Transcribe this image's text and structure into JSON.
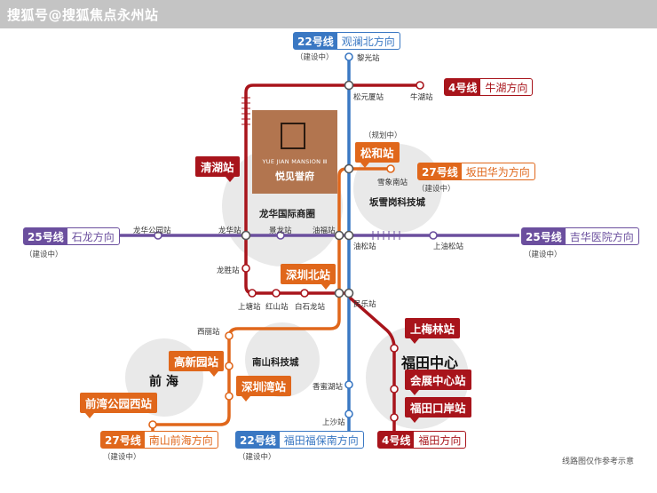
{
  "header": {
    "watermark": "搜狐号@搜狐焦点永州站"
  },
  "colors": {
    "line22": "#3a78c3",
    "line4": "#a8141b",
    "line27": "#e0671b",
    "line25": "#6b4f9e",
    "circle": "#e9e9e9"
  },
  "project": {
    "brand_en": "YUE JIAN MANSION Ⅲ",
    "brand_cn": "悦见誉府",
    "logo_icon": "yue-logo-icon"
  },
  "lines": {
    "line22_north": {
      "num": "22号线",
      "dir": "观澜北方向",
      "note": "（建设中）"
    },
    "line22_south": {
      "num": "22号线",
      "dir": "福田福保南方向",
      "note": "（建设中）"
    },
    "line4_north": {
      "num": "4号线",
      "dir": "牛湖方向"
    },
    "line4_south": {
      "num": "4号线",
      "dir": "福田方向"
    },
    "line27_north": {
      "num": "27号线",
      "dir": "坂田华为方向",
      "note": "（建设中）"
    },
    "line27_south": {
      "num": "27号线",
      "dir": "南山前海方向",
      "note": "（建设中）"
    },
    "line25_west": {
      "num": "25号线",
      "dir": "石龙方向",
      "note": "（建设中）"
    },
    "line25_east": {
      "num": "25号线",
      "dir": "吉华医院方向",
      "note": "（建设中）"
    }
  },
  "tags": {
    "qinghu": "清湖站",
    "songhe": "松和站",
    "songhe_note": "（规划中）",
    "shenzhenbei": "深圳北站",
    "gaoxinyuan": "高新园站",
    "shenzhenwan": "深圳湾站",
    "qianwan": "前湾公园西站",
    "shangmeilin": "上梅林站",
    "huizhan": "会展中心站",
    "futiankouan": "福田口岸站"
  },
  "stations": {
    "liguang": "黎光站",
    "songyuansha": "松元厦站",
    "niuhu": "牛湖站",
    "xuexiangnan": "雪象南站",
    "longhuagongyuan": "龙华公园站",
    "longhua": "龙华站",
    "jinglong": "景龙站",
    "youfu": "油福站",
    "yousong": "油松站",
    "shangyousong": "上油松站",
    "longsheng": "龙胜站",
    "shangtang": "上塘站",
    "hongshan": "红山站",
    "baishilong": "白石龙站",
    "minle": "民乐站",
    "xili": "西丽站",
    "xiangmihu": "香蜜湖站",
    "shangsha": "上沙站"
  },
  "districts": {
    "longhua_cbd": "龙华国际商圈",
    "bantian": "坂雪岗科技城",
    "nanshan": "南山科技城",
    "qianhai": "前 海",
    "futian": "福田中心"
  },
  "footer": {
    "disclaimer": "线路图仅作参考示意"
  }
}
